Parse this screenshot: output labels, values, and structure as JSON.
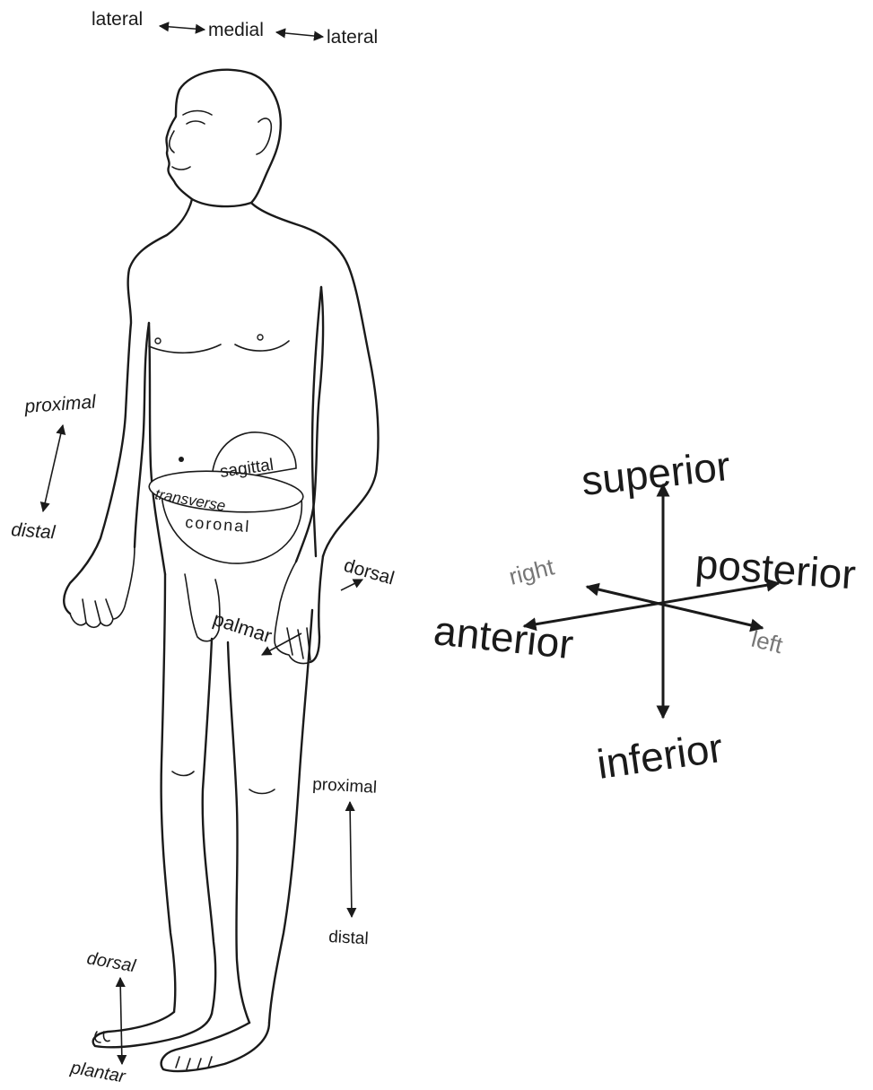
{
  "labels": {
    "top": {
      "lateral_left": "lateral",
      "medial": "medial",
      "lateral_right": "lateral"
    },
    "arm": {
      "proximal": "proximal",
      "distal": "distal"
    },
    "planes": {
      "sagittal": "sagittal",
      "transverse": "transverse",
      "coronal": "coronal"
    },
    "hand": {
      "dorsal": "dorsal",
      "palmar": "palmar"
    },
    "leg": {
      "proximal": "proximal",
      "distal": "distal"
    },
    "foot": {
      "dorsal": "dorsal",
      "plantar": "plantar"
    },
    "compass": {
      "superior": "superior",
      "inferior": "inferior",
      "anterior": "anterior",
      "posterior": "posterior",
      "right": "right",
      "left": "left"
    }
  },
  "colors": {
    "ink": "#1a1a1a",
    "background": "#ffffff",
    "faded_text": "#777777"
  }
}
